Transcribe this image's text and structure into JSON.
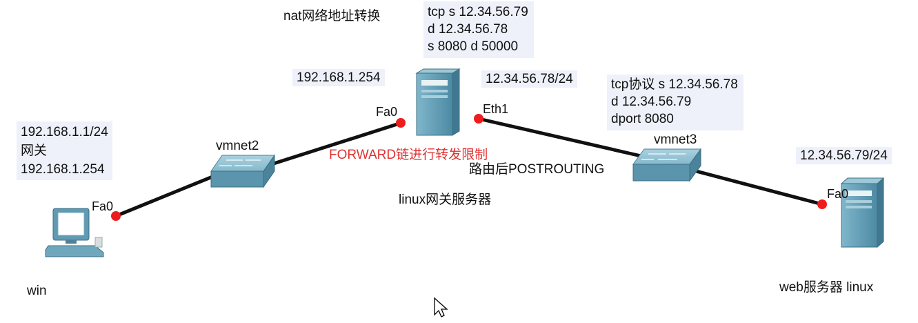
{
  "annotations": {
    "nat_title": "nat网络地址转换",
    "nat_packet": [
      "tcp s 12.34.56.79",
      "d 12.34.56.78",
      "s 8080  d 50000"
    ],
    "gw_inner_ip": "192.168.1.254",
    "gw_outer_ip": "12.34.56.78/24",
    "tcp_packet": [
      "tcp协议 s 12.34.56.78",
      "d 12.34.56.79",
      "dport 8080"
    ],
    "win_config": [
      "192.168.1.1/24",
      "网关",
      "192.168.1.254"
    ],
    "web_ip": "12.34.56.79/24",
    "forward_note": "FORWARD链进行转发限制",
    "postrouting_note": "路由后POSTROUTING"
  },
  "devices": {
    "switch_left": "vmnet2",
    "switch_right": "vmnet3",
    "gateway_label": "linux网关服务器",
    "client_label": "win",
    "web_label": "web服务器 linux"
  },
  "ports": {
    "win_port": "Fa0",
    "gw_port_in": "Fa0",
    "gw_port_out": "Eth1",
    "web_port": "Fa0"
  },
  "colors": {
    "link": "#111111",
    "port_dot": "#ee1c1c",
    "device": "#5f9bb3",
    "note_red": "#e03030",
    "label_bg": "#eef1fa"
  }
}
